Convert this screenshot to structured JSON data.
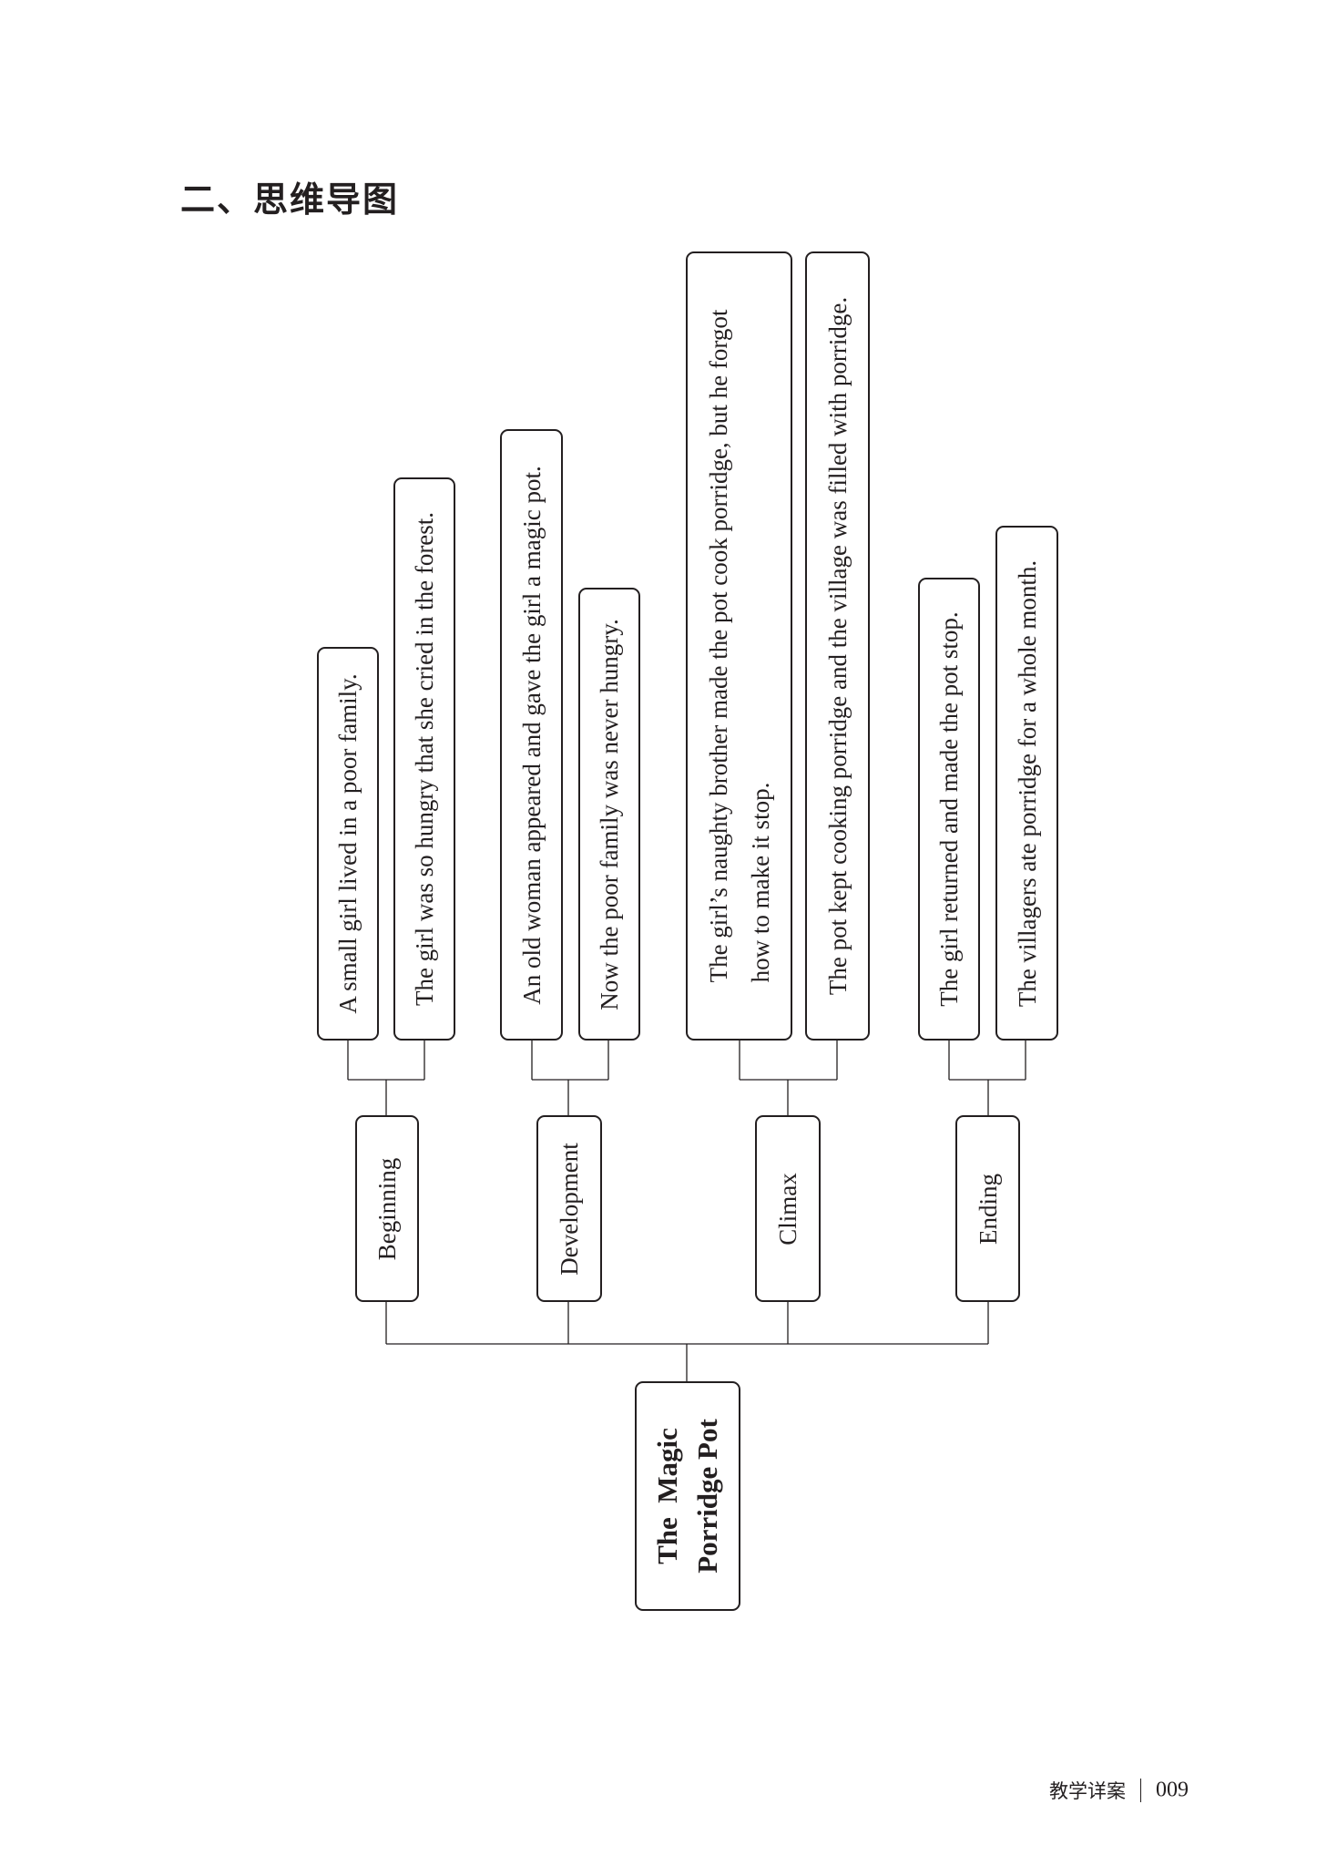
{
  "section_heading": "二、思维导图",
  "mind_map": {
    "root": {
      "line1": "The  Magic",
      "line2": "Porridge Pot"
    },
    "branches": [
      {
        "label": "Beginning",
        "events": [
          "A small girl lived in a poor family.",
          "The girl was so hungry that she cried in the forest."
        ]
      },
      {
        "label": "Development",
        "events": [
          "An old woman appeared and gave the girl a magic pot.",
          "Now the poor family was never hungry."
        ]
      },
      {
        "label": "Climax",
        "events": [
          "The girl’s naughty brother made the pot cook porridge, but he forgot\nhow to make it stop.",
          "The pot kept cooking porridge and the village was filled with porridge."
        ]
      },
      {
        "label": "Ending",
        "events": [
          "The girl returned and made the pot stop.",
          "The villagers ate porridge for a whole month."
        ]
      }
    ]
  },
  "footer": {
    "label": "教学详案",
    "page_number": "009"
  }
}
